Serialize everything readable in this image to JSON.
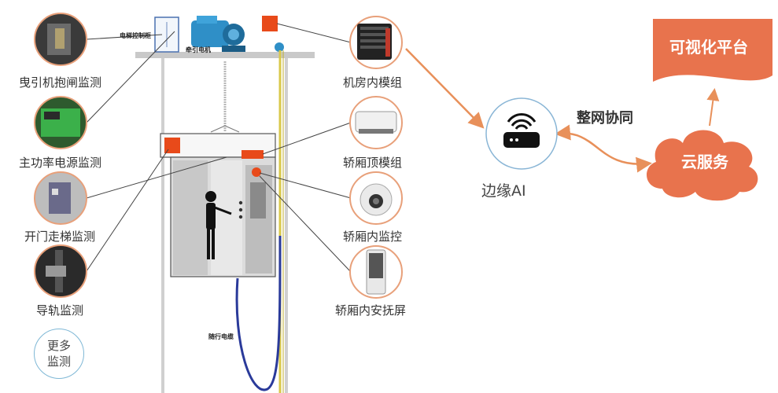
{
  "left_monitors": [
    {
      "label": "曳引机抱闸监测",
      "icon": "brake-photo"
    },
    {
      "label": "主功率电源监测",
      "icon": "power-supply-photo"
    },
    {
      "label": "开门走梯监测",
      "icon": "door-sensor-photo"
    },
    {
      "label": "导轨监测",
      "icon": "guide-rail-photo"
    }
  ],
  "more": {
    "line1": "更多",
    "line2": "监测"
  },
  "right_modules": [
    {
      "label": "机房内模组",
      "icon": "server-module-icon"
    },
    {
      "label": "轿厢顶模组",
      "icon": "car-top-module-icon"
    },
    {
      "label": "轿厢内监控",
      "icon": "dome-camera-icon"
    },
    {
      "label": "轿厢内安抚屏",
      "icon": "screen-device-icon"
    }
  ],
  "elevator": {
    "control_cabinet_label": "电梯控制柜",
    "traction_machine_label": "牵引电机",
    "traveling_cable_label": "随行电缆"
  },
  "edge": {
    "label": "边缘AI",
    "icon": "router-icon"
  },
  "sync": {
    "label": "整网协同"
  },
  "cloud": {
    "label": "云服务"
  },
  "platform": {
    "label": "可视化平台"
  },
  "colors": {
    "accent": "#e8734d",
    "arrow": "#e8905a",
    "cable": "#2a3a9a",
    "sensor": "#e84a1a"
  }
}
